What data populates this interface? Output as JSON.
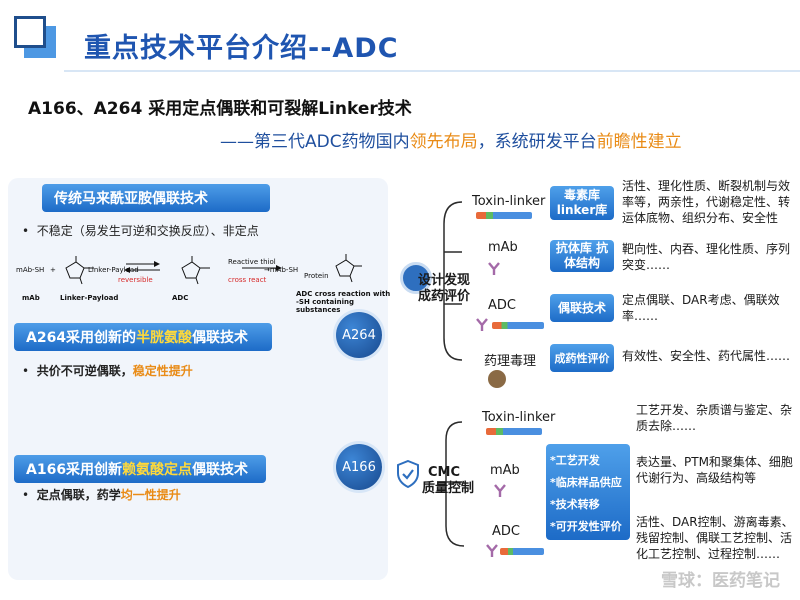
{
  "header": {
    "title": "重点技术平台介绍--ADC",
    "subtitle": "A166、A264 采用定点偶联和可裂解Linker技术",
    "tagline_pre": "——第三代ADC药物国内",
    "tagline_hl1": "领先布局",
    "tagline_mid": "，系统研发平台",
    "tagline_hl2": "前瞻性建立"
  },
  "left": {
    "traditional": {
      "title": "传统马来酰亚胺偶联技术",
      "bullet": "不稳定（易发生可逆和交换反应）、非定点"
    },
    "reaction": {
      "mab_sh": "mAb-SH",
      "plus": "+",
      "payload": "Linker-Payload",
      "mab": "mAb",
      "reversible": "reversible",
      "adc": "ADC",
      "reactive_thiol": "Reactive thiol",
      "cross_react": "cross react",
      "mab_sh2": "→mAb-SH",
      "protein": "Protein",
      "adc_cross": "ADC cross reaction with -SH containing substances"
    },
    "a264": {
      "title_pre": "A264采用创新的",
      "title_hl": "半胱氨酸",
      "title_post": "偶联技术",
      "badge": "A264",
      "bullet_pre": "共价不可逆偶联，",
      "bullet_hl": "稳定性提升"
    },
    "a166": {
      "title_pre": "A166采用创新",
      "title_hl": "赖氨酸定点",
      "title_post": "偶联技术",
      "badge": "A166",
      "bullet_pre": "定点偶联，药学",
      "bullet_hl": "均一性提升"
    },
    "bullet_mark": "•"
  },
  "right": {
    "hub1": {
      "line1": "设计发现",
      "line2": "成药评价"
    },
    "hub2": {
      "line1": "CMC",
      "line2": "质量控制"
    },
    "top_branches": [
      {
        "label": "Toxin-linker",
        "box": "毒素库 linker库",
        "desc": "活性、理化性质、断裂机制与效率等，两亲性，代谢稳定性、转运体底物、组织分布、安全性"
      },
      {
        "label": "mAb",
        "box": "抗体库 抗体结构",
        "desc": "靶向性、内吞、理化性质、序列突变……"
      },
      {
        "label": "ADC",
        "box": "偶联技术",
        "desc": "定点偶联、DAR考虑、偶联效率……"
      },
      {
        "label": "药理毒理",
        "box": "成药性评价",
        "desc": "有效性、安全性、药代属性……"
      }
    ],
    "bottom_branches": [
      {
        "label": "Toxin-linker"
      },
      {
        "label": "mAb"
      },
      {
        "label": "ADC"
      }
    ],
    "cmc_box": [
      "*工艺开发",
      "*临床样品供应",
      "*技术转移",
      "*可开发性评价"
    ],
    "cmc_descs": [
      "工艺开发、杂质谱与鉴定、杂质去除……",
      "表达量、PTM和聚集体、细胞代谢行为、高级结构等",
      "活性、DAR控制、游离毒素、残留控制、偶联工艺控制、活化工艺控制、过程控制……"
    ]
  },
  "watermark": "雪球：医药笔记",
  "colors": {
    "primary": "#1f55b0",
    "accent": "#e98b16",
    "highlight": "#ffd93a"
  }
}
